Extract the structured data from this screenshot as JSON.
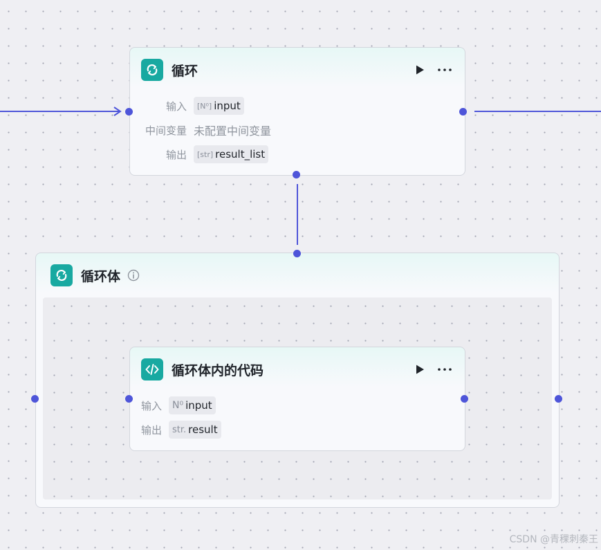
{
  "colors": {
    "accent": "#4e55d9",
    "icon_bg": "#18a9a1",
    "canvas_bg": "#efeff3"
  },
  "loop_node": {
    "title": "循环",
    "icon": "loop-icon",
    "input_label": "输入",
    "input_type": "[N⁰]",
    "input_name": "input",
    "variable_label": "中间变量",
    "variable_value": "未配置中间变量",
    "output_label": "输出",
    "output_type": "[str]",
    "output_name": "result_list"
  },
  "loop_body": {
    "title": "循环体",
    "icon": "loop-icon",
    "info_icon": "info-icon"
  },
  "code_node": {
    "title": "循环体内的代码",
    "icon": "code-icon",
    "input_label": "输入",
    "input_type": "N⁰",
    "input_name": "input",
    "output_label": "输出",
    "output_type": "str.",
    "output_name": "result"
  },
  "watermark": "CSDN @青稞刺秦王"
}
